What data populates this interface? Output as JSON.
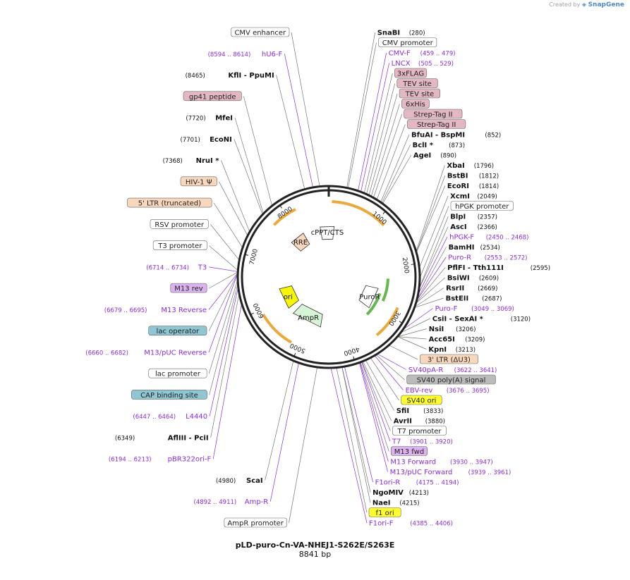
{
  "credit": {
    "prefix": "Created by",
    "brand": "SnapGene"
  },
  "plasmid": {
    "name": "pLD-puro-Cn-VA-NHEJ1-S262E/S263E",
    "length_label": "8841 bp",
    "length": 8841
  },
  "colors": {
    "enzyme": "#111111",
    "primer": "#8b2be2",
    "orange": "#f7d8bd",
    "pink": "#e3b8c3",
    "purple": "#dcb3ee",
    "teal": "#8ec6d1",
    "yellow": "#ffff30",
    "gray": "#bbbbbb",
    "white": "#ffffff",
    "arrowOrange": "#e89a1a",
    "arrowGreen": "#4aab2b",
    "featGreen": "#d6f5d6",
    "featYellow": "#f6f600"
  },
  "ticks": [
    {
      "pos": 1000,
      "label": "1000"
    },
    {
      "pos": 2000,
      "label": "2000"
    },
    {
      "pos": 3000,
      "label": "3000"
    },
    {
      "pos": 4000,
      "label": "4000"
    },
    {
      "pos": 5000,
      "label": "5000"
    },
    {
      "pos": 6000,
      "label": "6000"
    },
    {
      "pos": 7000,
      "label": "7000"
    },
    {
      "pos": 8000,
      "label": "8000"
    }
  ],
  "labels": [
    {
      "t": "enzyme",
      "pos": 280,
      "name": "SnaBI",
      "coord": "(280)",
      "cl": "left"
    },
    {
      "t": "feature",
      "pos": 300,
      "name": "CMV promoter",
      "style": "white"
    },
    {
      "t": "primer",
      "pos": 459,
      "name": "CMV-F",
      "coord": "(459 .. 479)"
    },
    {
      "t": "primer",
      "pos": 505,
      "name": "LNCX",
      "coord": "(505 .. 529)"
    },
    {
      "t": "feature",
      "pos": 560,
      "name": "3xFLAG",
      "style": "pink"
    },
    {
      "t": "feature",
      "pos": 600,
      "name": "TEV site",
      "style": "pink"
    },
    {
      "t": "feature",
      "pos": 640,
      "name": "TEV site",
      "style": "pink"
    },
    {
      "t": "feature",
      "pos": 680,
      "name": "6xHis",
      "style": "pink"
    },
    {
      "t": "feature",
      "pos": 720,
      "name": "Strep-Tag II",
      "style": "pink"
    },
    {
      "t": "feature",
      "pos": 780,
      "name": "Strep-Tag II",
      "style": "pink"
    },
    {
      "t": "enzyme",
      "pos": 852,
      "name": "BfuAI  - BspMI",
      "coord": "(852)"
    },
    {
      "t": "enzyme",
      "pos": 873,
      "name": "BclI *",
      "coord": "(873)"
    },
    {
      "t": "enzyme",
      "pos": 890,
      "name": "AgeI",
      "coord": "(890)"
    },
    {
      "t": "enzyme",
      "pos": 1796,
      "name": "XbaI",
      "coord": "(1796)"
    },
    {
      "t": "enzyme",
      "pos": 1812,
      "name": "BstBI",
      "coord": "(1812)"
    },
    {
      "t": "enzyme",
      "pos": 1814,
      "name": "EcoRI",
      "coord": "(1814)"
    },
    {
      "t": "enzyme",
      "pos": 2049,
      "name": "XcmI",
      "coord": "(2049)"
    },
    {
      "t": "feature",
      "pos": 2200,
      "name": "hPGK promoter",
      "style": "white"
    },
    {
      "t": "enzyme",
      "pos": 2357,
      "name": "BlpI",
      "coord": "(2357)"
    },
    {
      "t": "enzyme",
      "pos": 2366,
      "name": "AscI",
      "coord": "(2366)"
    },
    {
      "t": "primer",
      "pos": 2450,
      "name": "hPGK-F",
      "coord": "(2450 .. 2468)"
    },
    {
      "t": "enzyme",
      "pos": 2534,
      "name": "BamHI",
      "coord": "(2534)"
    },
    {
      "t": "primer",
      "pos": 2553,
      "name": "Puro-R",
      "coord": "(2553 .. 2572)"
    },
    {
      "t": "enzyme",
      "pos": 2595,
      "name": "PflFI  - Tth111I",
      "coord": "(2595)"
    },
    {
      "t": "enzyme",
      "pos": 2609,
      "name": "BsiWI",
      "coord": "(2609)"
    },
    {
      "t": "enzyme",
      "pos": 2669,
      "name": "RsrII",
      "coord": "(2669)"
    },
    {
      "t": "enzyme",
      "pos": 2687,
      "name": "BstEII",
      "coord": "(2687)"
    },
    {
      "t": "primer",
      "pos": 3049,
      "name": "Puro-F",
      "coord": "(3049 .. 3069)"
    },
    {
      "t": "enzyme",
      "pos": 3120,
      "name": "CsiI  - SexAI *",
      "coord": "(3120)"
    },
    {
      "t": "enzyme",
      "pos": 3206,
      "name": "NsiI",
      "coord": "(3206)"
    },
    {
      "t": "enzyme",
      "pos": 3209,
      "name": "Acc65I",
      "coord": "(3209)"
    },
    {
      "t": "enzyme",
      "pos": 3213,
      "name": "KpnI",
      "coord": "(3213)"
    },
    {
      "t": "feature",
      "pos": 3400,
      "name": "3' LTR (ΔU3)",
      "style": "orange"
    },
    {
      "t": "primer",
      "pos": 3622,
      "name": "SV40pA-R",
      "coord": "(3622 .. 3641)"
    },
    {
      "t": "feature",
      "pos": 3650,
      "name": "SV40 poly(A) signal",
      "style": "gray"
    },
    {
      "t": "primer",
      "pos": 3676,
      "name": "EBV-rev",
      "coord": "(3676 .. 3695)"
    },
    {
      "t": "feature",
      "pos": 3750,
      "name": "SV40 ori",
      "style": "yellow"
    },
    {
      "t": "enzyme",
      "pos": 3833,
      "name": "SfiI",
      "coord": "(3833)"
    },
    {
      "t": "enzyme",
      "pos": 3880,
      "name": "AvrII",
      "coord": "(3880)"
    },
    {
      "t": "feature",
      "pos": 3895,
      "name": "T7 promoter",
      "style": "white"
    },
    {
      "t": "primer",
      "pos": 3901,
      "name": "T7",
      "coord": "(3901 .. 3920)"
    },
    {
      "t": "feature",
      "pos": 3920,
      "name": "M13 fwd",
      "style": "purple"
    },
    {
      "t": "primer",
      "pos": 3930,
      "name": "M13 Forward",
      "coord": "(3930 .. 3947)"
    },
    {
      "t": "primer",
      "pos": 3939,
      "name": "M13/pUC Forward",
      "coord": "(3939 .. 3961)"
    },
    {
      "t": "primer",
      "pos": 4175,
      "name": "F1ori-R",
      "coord": "(4175 .. 4194)"
    },
    {
      "t": "enzyme",
      "pos": 4213,
      "name": "NgoMIV",
      "coord": "(4213)",
      "cl": "left"
    },
    {
      "t": "enzyme",
      "pos": 4215,
      "name": "NaeI",
      "coord": "(4215)",
      "cl": "left"
    },
    {
      "t": "feature",
      "pos": 4300,
      "name": "f1 ori",
      "style": "yellow"
    },
    {
      "t": "primer",
      "pos": 4385,
      "name": "F1ori-F",
      "coord": "(4385 .. 4406)",
      "cl": "left"
    },
    {
      "t": "feature",
      "pos": 4600,
      "name": "AmpR promoter",
      "style": "white"
    },
    {
      "t": "primer",
      "pos": 4892,
      "name": "Amp-R",
      "coord": "(4892 .. 4911)",
      "cl": "left"
    },
    {
      "t": "enzyme",
      "pos": 4980,
      "name": "ScaI",
      "coord": "(4980)",
      "cl": "left"
    },
    {
      "t": "primer",
      "pos": 6194,
      "name": "pBR322ori-F",
      "coord": "(6194 .. 6213)",
      "cl": "left"
    },
    {
      "t": "enzyme",
      "pos": 6349,
      "name": "AflIII  - PciI",
      "coord": "(6349)",
      "cl": "left"
    },
    {
      "t": "primer",
      "pos": 6447,
      "name": "L4440",
      "coord": "(6447 .. 6464)",
      "cl": "left"
    },
    {
      "t": "feature",
      "pos": 6500,
      "name": "CAP binding site",
      "style": "teal"
    },
    {
      "t": "feature",
      "pos": 6560,
      "name": "lac promoter",
      "style": "white"
    },
    {
      "t": "primer",
      "pos": 6660,
      "name": "M13/pUC Reverse",
      "coord": "(6660 .. 6682)",
      "cl": "left"
    },
    {
      "t": "feature",
      "pos": 6670,
      "name": "lac operator",
      "style": "teal"
    },
    {
      "t": "primer",
      "pos": 6679,
      "name": "M13 Reverse",
      "coord": "(6679 .. 6695)",
      "cl": "left"
    },
    {
      "t": "feature",
      "pos": 6700,
      "name": "M13 rev",
      "style": "purple"
    },
    {
      "t": "primer",
      "pos": 6714,
      "name": "T3",
      "coord": "(6714 .. 6734)",
      "cl": "left"
    },
    {
      "t": "feature",
      "pos": 6740,
      "name": "T3 promoter",
      "style": "white"
    },
    {
      "t": "feature",
      "pos": 6900,
      "name": "RSV promoter",
      "style": "white"
    },
    {
      "t": "feature",
      "pos": 7100,
      "name": "5' LTR (truncated)",
      "style": "orange"
    },
    {
      "t": "feature",
      "pos": 7300,
      "name": "HIV-1 Ψ",
      "style": "orange"
    },
    {
      "t": "enzyme",
      "pos": 7368,
      "name": "NruI *",
      "coord": "(7368)",
      "cl": "left"
    },
    {
      "t": "enzyme",
      "pos": 7701,
      "name": "EcoNI",
      "coord": "(7701)",
      "cl": "left"
    },
    {
      "t": "enzyme",
      "pos": 7720,
      "name": "MfeI",
      "coord": "(7720)",
      "cl": "left"
    },
    {
      "t": "feature",
      "pos": 7900,
      "name": "gp41 peptide",
      "style": "pink"
    },
    {
      "t": "enzyme",
      "pos": 8465,
      "name": "KflI  - PpuMI",
      "coord": "(8465)",
      "cl": "left"
    },
    {
      "t": "primer",
      "pos": 8594,
      "name": "hU6-F",
      "coord": "(8594 .. 8614)",
      "cl": "left"
    },
    {
      "t": "feature",
      "pos": 8700,
      "name": "CMV enhancer",
      "style": "white"
    }
  ],
  "inner_features": [
    {
      "name": "RRE",
      "start": 7680,
      "end": 8100,
      "style": "orange"
    },
    {
      "name": "cPPT/CTS",
      "start": 8600,
      "end": 150,
      "style": "white"
    },
    {
      "name": "PuroR",
      "start": 2530,
      "end": 3130,
      "style": "white"
    },
    {
      "name": "AmpR",
      "start": 4650,
      "end": 5510,
      "style": "green"
    },
    {
      "name": "ori",
      "start": 5700,
      "end": 6300,
      "style": "yellow"
    }
  ]
}
